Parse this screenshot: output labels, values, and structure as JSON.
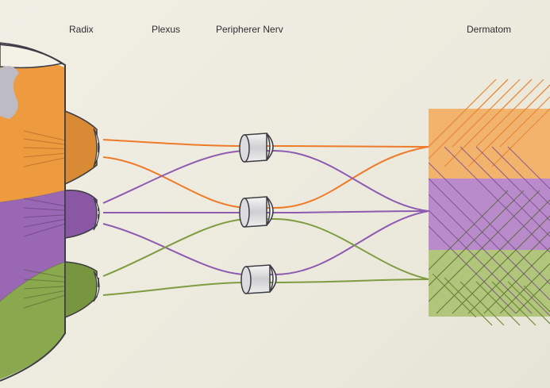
{
  "labels": {
    "radix": "Radix",
    "plexus": "Plexus",
    "peripheral_nerve": "Peripherer Nerv",
    "dermatome": "Dermatom"
  },
  "colors": {
    "background": "#efede2",
    "orange": "#ee9a3e",
    "purple": "#9a67b4",
    "green": "#8aa84e",
    "dermatome_orange": "#f2b36c",
    "dermatome_purple": "#b98bcb",
    "dermatome_green": "#b1c67a",
    "cord_outline": "#3c3c44"
  },
  "segments": [
    "orange",
    "purple",
    "green"
  ]
}
